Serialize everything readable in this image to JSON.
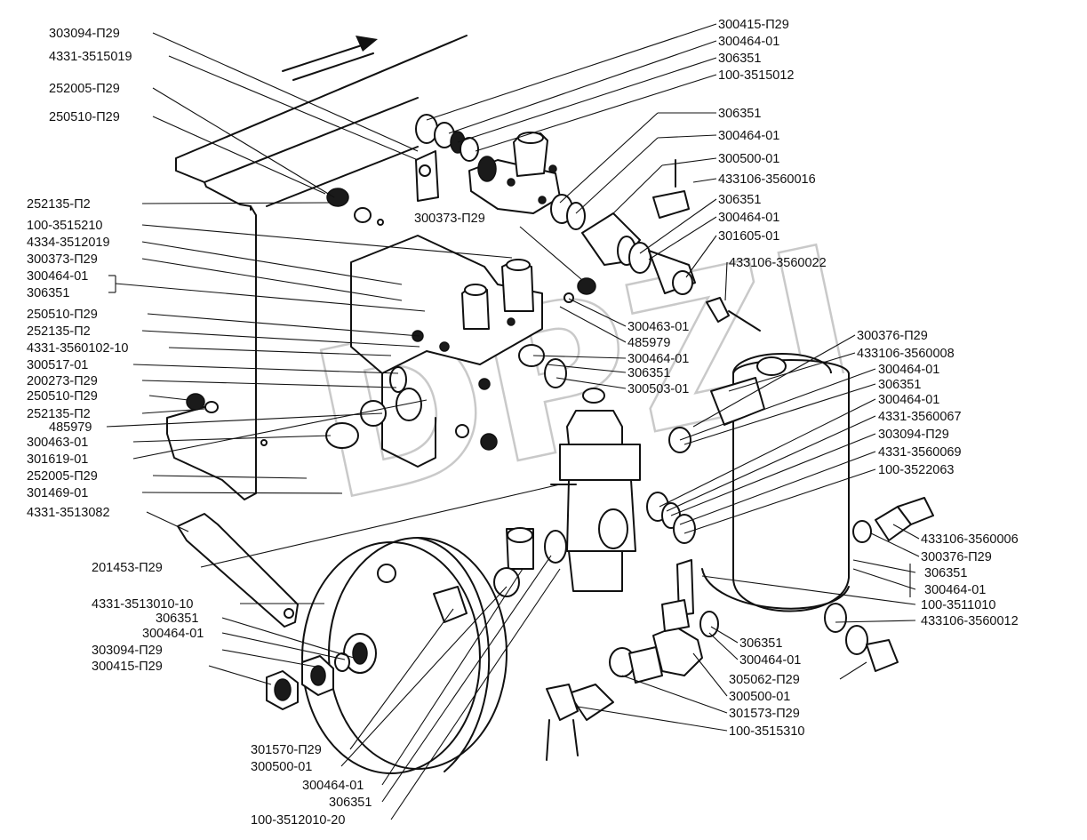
{
  "watermark": "DPZJ",
  "labels": [
    "303094-П29",
    "4331-3515019",
    "252005-П29",
    "250510-П29",
    "252135-П2",
    "100-3515210",
    "4334-3512019",
    "300373-П29",
    "300464-01",
    "306351",
    "250510-П29",
    "252135-П2",
    "4331-3560102-10",
    "300517-01",
    "200273-П29",
    "250510-П29",
    "252135-П2",
    "485979",
    "300463-01",
    "301619-01",
    "252005-П29",
    "301469-01",
    "4331-3513082",
    "201453-П29",
    "4331-3513010-10",
    "306351",
    "300464-01",
    "303094-П29",
    "300415-П29",
    "301570-П29",
    "300500-01",
    "300464-01",
    "306351",
    "100-3512010-20",
    "300415-П29",
    "300464-01",
    "306351",
    "100-3515012",
    "306351",
    "300464-01",
    "300500-01",
    "433106-3560016",
    "306351",
    "300464-01",
    "301605-01",
    "433106-3560022",
    "300373-П29",
    "300463-01",
    "485979",
    "300464-01",
    "306351",
    "300503-01",
    "300376-П29",
    "433106-3560008",
    "300464-01",
    "306351",
    "300464-01",
    "4331-3560067",
    "303094-П29",
    "4331-3560069",
    "100-3522063",
    "433106-3560006",
    "300376-П29",
    "306351",
    "300464-01",
    "100-3511010",
    "433106-3560012",
    "306351",
    "300464-01",
    "305062-П29",
    "300500-01",
    "301573-П29",
    "100-3515310"
  ]
}
